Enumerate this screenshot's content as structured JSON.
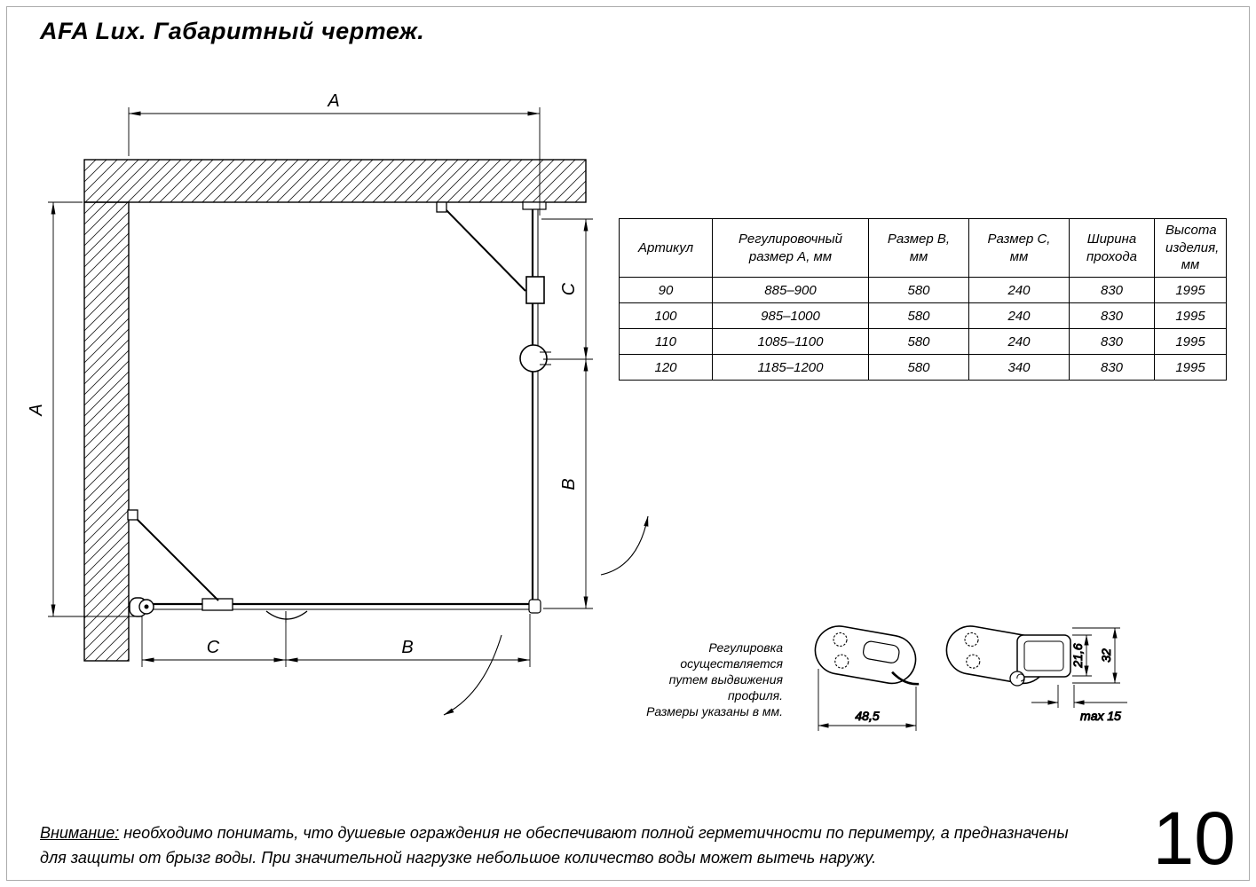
{
  "page": {
    "title": "AFA Lux. Габаритный чертеж.",
    "number": "10"
  },
  "drawing": {
    "dim_a_top": "A",
    "dim_a_left": "A",
    "dim_c_right": "C",
    "dim_b_right": "B",
    "dim_c_bottom": "C",
    "dim_b_bottom": "B"
  },
  "table": {
    "headers": [
      "Артикул",
      "Регулировочный размер А, мм",
      "Размер В, мм",
      "Размер С, мм",
      "Ширина прохода",
      "Высота изделия, мм"
    ],
    "rows": [
      [
        "90",
        "885–900",
        "580",
        "240",
        "830",
        "1995"
      ],
      [
        "100",
        "985–1000",
        "580",
        "240",
        "830",
        "1995"
      ],
      [
        "110",
        "1085–1100",
        "580",
        "240",
        "830",
        "1995"
      ],
      [
        "120",
        "1185–1200",
        "580",
        "340",
        "830",
        "1995"
      ]
    ]
  },
  "profiles": {
    "note": "Регулировка осуществляется\nпутем выдвижения профиля.\nРазмеры указаны в мм.",
    "dims": {
      "width": "48,5",
      "inner_height": "21,6",
      "outer_height": "32",
      "extension": "max 15"
    }
  },
  "warning": {
    "label": "Внимание:",
    "text": " необходимо понимать, что душевые ограждения не обеспечивают полной герметичности по периметру, а предназначены\nдля защиты от брызг воды. При значительной нагрузке небольшое количество воды может вытечь наружу."
  }
}
